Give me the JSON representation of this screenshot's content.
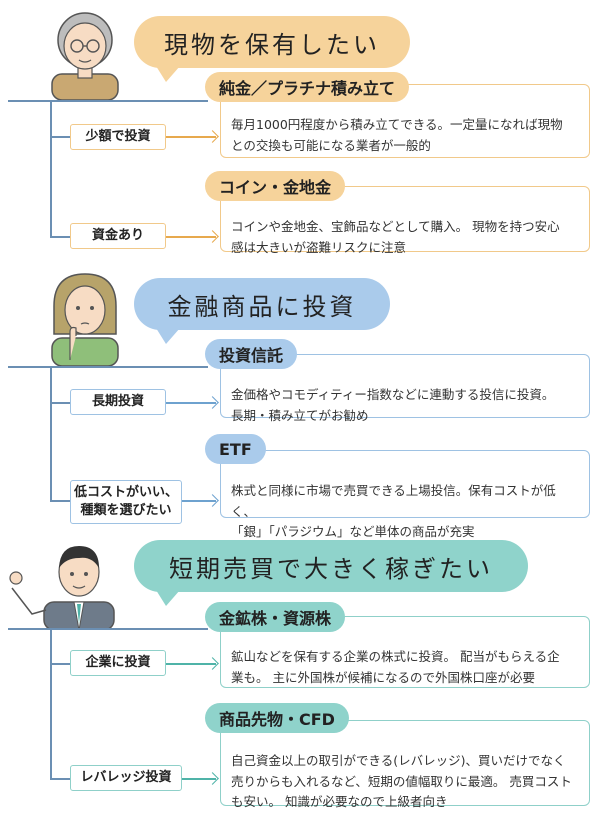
{
  "colors": {
    "physical_accent": "#f6d39b",
    "financial_accent": "#aacbeb",
    "trading_accent": "#8fd3cb",
    "line": "#6b8fb3"
  },
  "sections": [
    {
      "bubble": "現物を保有したい",
      "person_icon": "elderly-man-with-glasses-icon",
      "branches": [
        {
          "tag": "少額で投資",
          "title": "純金／プラチナ積み立て",
          "lines": [
            "毎月1000円程度から積み立てできる。一定量になれば現物",
            "との交換も可能になる業者が一般的"
          ]
        },
        {
          "tag": "資金あり",
          "title": "コイン・金地金",
          "lines": [
            "コインや金地金、宝飾品などとして購入。 現物を持つ安心",
            "感は大きいが盗難リスクに注意"
          ]
        }
      ]
    },
    {
      "bubble": "金融商品に投資",
      "person_icon": "thinking-woman-icon",
      "branches": [
        {
          "tag": "長期投資",
          "title": "投資信託",
          "lines": [
            "金価格やコモディティー指数などに連動する投信に投資。",
            "長期・積み立てがお勧め"
          ]
        },
        {
          "tag": [
            "低コストがいい、",
            "種類を選びたい"
          ],
          "title": "ETF",
          "lines": [
            "株式と同様に市場で売買できる上場投信。保有コストが低く、",
            "「銀」「パラジウム」など単体の商品が充実"
          ]
        }
      ]
    },
    {
      "bubble": "短期売買で大きく稼ぎたい",
      "person_icon": "businessman-ok-gesture-icon",
      "branches": [
        {
          "tag": "企業に投資",
          "title": "金鉱株・資源株",
          "lines": [
            "鉱山などを保有する企業の株式に投資。 配当がもらえる企",
            "業も。 主に外国株が候補になるので外国株口座が必要"
          ]
        },
        {
          "tag": "レバレッジ投資",
          "title": "商品先物・CFD",
          "lines": [
            "自己資金以上の取引ができる(レバレッジ)、買いだけでなく",
            "売りからも入れるなど、短期の値幅取りに最適。 売買コスト",
            "も安い。 知識が必要なので上級者向き"
          ]
        }
      ]
    }
  ]
}
